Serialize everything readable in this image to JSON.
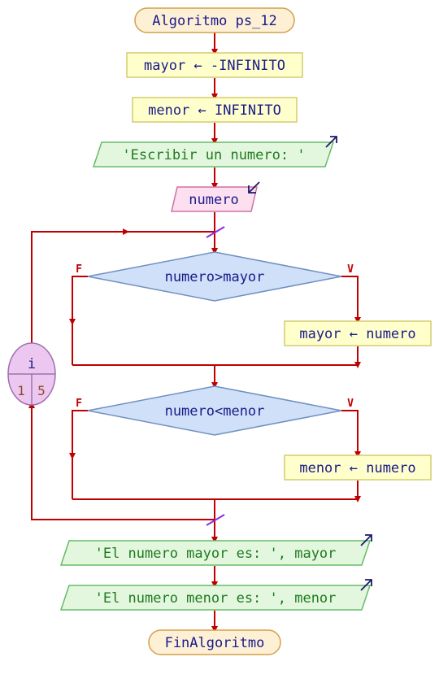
{
  "diagram": {
    "start_label": "Algoritmo ps_12",
    "assign_mayor": "mayor ← -INFINITO",
    "assign_menor": "menor ← INFINITO",
    "write_prompt": "'Escribir un numero: '",
    "read_var": "numero",
    "loop_var": "i",
    "loop_from": "1",
    "loop_to": "5",
    "decision1": "numero>mayor",
    "decision1_false": "F",
    "decision1_true": "V",
    "assign_in_if1": "mayor ← numero",
    "decision2": "numero<menor",
    "decision2_false": "F",
    "decision2_true": "V",
    "assign_in_if2": "menor ← numero",
    "write_max": "'El numero mayor es: ', mayor",
    "write_min": "'El numero menor es: ', menor",
    "end_label": "FinAlgoritmo"
  },
  "colors": {
    "flow_line": "#c00000",
    "terminal_fill": "#fdf0d5",
    "terminal_stroke": "#d4a04a",
    "process_fill": "#ffffcc",
    "process_stroke": "#d4cc70",
    "output_fill": "#e3f7df",
    "output_stroke": "#66bb66",
    "input_fill": "#fde0f0",
    "input_stroke": "#d070a0",
    "decision_fill": "#cfe0f8",
    "decision_stroke": "#7090c0",
    "loop_fill": "#ecc8f0",
    "loop_stroke": "#a070b0"
  }
}
